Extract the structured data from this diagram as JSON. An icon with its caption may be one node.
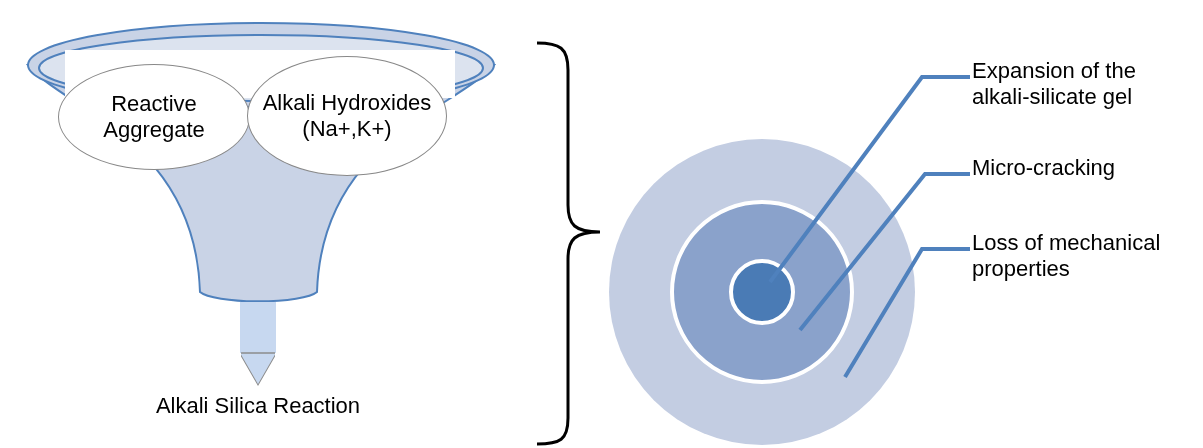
{
  "diagram": {
    "nodes": [
      {
        "text": [],
        "shape": "funnel"
      },
      {
        "text": [
          "Reactive Aggregate"
        ],
        "in": 0
      },
      {
        "text": [
          "Alkali Hydroxides (Na+,K+)"
        ],
        "in": 0
      },
      {
        "text": [
          "Alkali Silica Reaction"
        ]
      },
      {
        "text": [],
        "shape": "circle"
      },
      {
        "text": [],
        "shape": "circle",
        "in": 4
      },
      {
        "text": [],
        "shape": "circle",
        "in": 5
      },
      {
        "text": [
          "Expansion of the alkali-silicate gel"
        ]
      },
      {
        "text": [
          "Micro-cracking"
        ]
      },
      {
        "text": [
          "Loss of mechanical properties"
        ]
      }
    ],
    "edges": [
      {
        "from": 0,
        "to": 3,
        "arrow": "to",
        "style": "thick",
        "color": "#c7d8f0"
      },
      {
        "from": 7,
        "to": 6,
        "arrow": "none"
      },
      {
        "from": 8,
        "to": 5,
        "arrow": "none"
      },
      {
        "from": 9,
        "to": 4,
        "arrow": "none"
      }
    ]
  }
}
